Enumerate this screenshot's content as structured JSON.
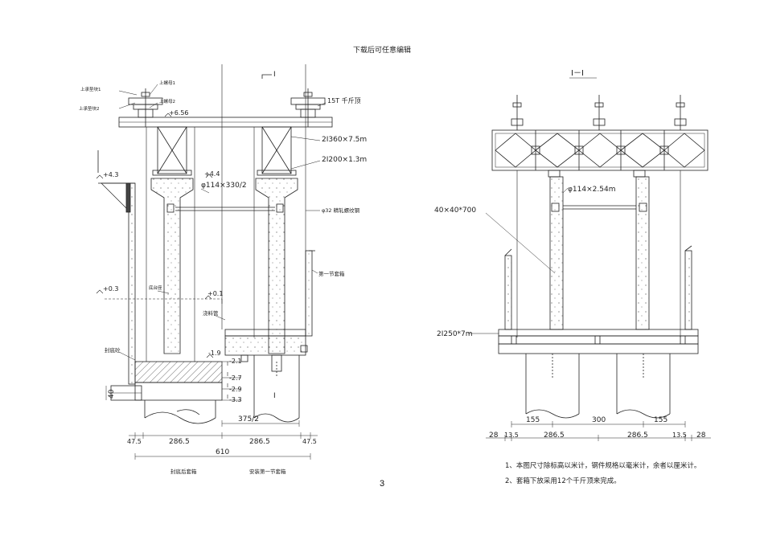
{
  "page": {
    "title": "下载后可任意编辑",
    "number": "3"
  },
  "left": {
    "section_mark": "I",
    "cut_mark": "I",
    "labels": {
      "upper_pad1": "上承垫块1",
      "upper_pad2": "上承垫块2",
      "nut1": "上螺母1",
      "nut2": "上螺母2",
      "jack": "15T 千斤顶",
      "beam1": "2I360×7.5m",
      "beam2": "2I200×1.3m",
      "tie": "φ114×330/2",
      "rebar": "φ32 精轧螺纹钢",
      "first_box": "第一节套箱",
      "step": "底台座",
      "pour_pipe": "浇料管",
      "seal": "封底砼"
    },
    "elevations": [
      "+6.56",
      "+4.4",
      "+4.3",
      "+0.3",
      "+0.1",
      "-1.9",
      "-2.1",
      "-2.7",
      "-2.9",
      "-3.3"
    ],
    "dims": {
      "d40": "40",
      "d375": "375/2",
      "d47a": "47.5",
      "d2865a": "286.5",
      "d2865b": "286.5",
      "d47b": "47.5",
      "d610": "610"
    },
    "captions": {
      "left": "封底后套箱",
      "right": "安装第一节套箱"
    }
  },
  "right": {
    "section_title": "I－I",
    "labels": {
      "plate": "40×40*700",
      "tie": "φ114×2.54m",
      "beam": "2I250*7m"
    },
    "dims": {
      "d155a": "155",
      "d300": "300",
      "d155b": "155",
      "d28a": "28",
      "d135a": "13.5",
      "d2865a": "286.5",
      "d2865b": "286.5",
      "d135b": "13.5",
      "d28b": "28"
    },
    "notes": [
      "1、本图尺寸除标高以米计，钢件规格以毫米计，余者以厘米计。",
      "2、套箱下放采用12个千斤顶来完成。"
    ]
  }
}
